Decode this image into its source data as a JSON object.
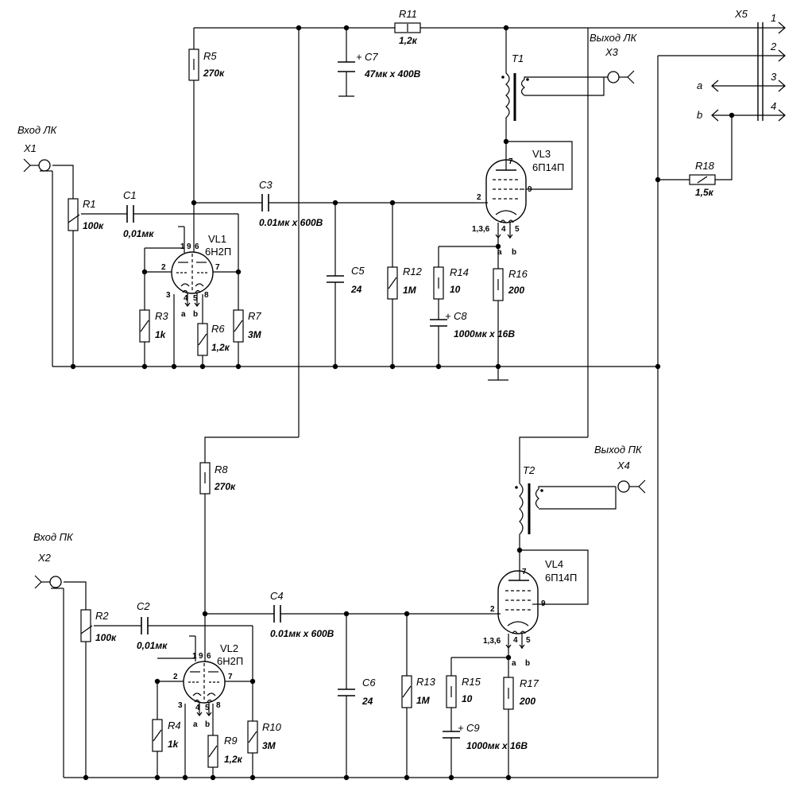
{
  "resistors": [
    {
      "ref": "R1",
      "value": "100к"
    },
    {
      "ref": "R2",
      "value": "100к"
    },
    {
      "ref": "R3",
      "value": "1k"
    },
    {
      "ref": "R4",
      "value": "1k"
    },
    {
      "ref": "R5",
      "value": "270к"
    },
    {
      "ref": "R6",
      "value": "1,2к"
    },
    {
      "ref": "R7",
      "value": "3М"
    },
    {
      "ref": "R8",
      "value": "270к"
    },
    {
      "ref": "R9",
      "value": "1,2к"
    },
    {
      "ref": "R10",
      "value": "3М"
    },
    {
      "ref": "R11",
      "value": "1,2к"
    },
    {
      "ref": "R12",
      "value": "1М"
    },
    {
      "ref": "R13",
      "value": "1М"
    },
    {
      "ref": "R14",
      "value": "10"
    },
    {
      "ref": "R15",
      "value": "10"
    },
    {
      "ref": "R16",
      "value": "200"
    },
    {
      "ref": "R17",
      "value": "200"
    },
    {
      "ref": "R18",
      "value": "1,5к"
    }
  ],
  "capacitors": [
    {
      "ref": "C1",
      "value": "0,01мк"
    },
    {
      "ref": "C2",
      "value": "0,01мк"
    },
    {
      "ref": "C3",
      "value": "0.01мк x 600В"
    },
    {
      "ref": "C4",
      "value": "0.01мк x 600В"
    },
    {
      "ref": "C5",
      "value": "24"
    },
    {
      "ref": "C6",
      "value": "24"
    },
    {
      "ref": "C7",
      "value": "47мк x 400В",
      "polarity": "+"
    },
    {
      "ref": "C8",
      "value": "1000мк x 16В",
      "polarity": "+"
    },
    {
      "ref": "C9",
      "value": "1000мк x 16В",
      "polarity": "+"
    }
  ],
  "tubes": [
    {
      "ref": "VL1",
      "type": "6Н2П",
      "pins": {
        "p1": "1",
        "p9": "9",
        "p6": "6",
        "p2": "2",
        "p7": "7",
        "p3": "3",
        "p4": "4",
        "p5": "5",
        "p8": "8",
        "a": "a",
        "b": "b"
      }
    },
    {
      "ref": "VL2",
      "type": "6Н2П",
      "pins": {
        "p1": "1",
        "p9": "9",
        "p6": "6",
        "p2": "2",
        "p7": "7",
        "p3": "3",
        "p4": "4",
        "p5": "5",
        "p8": "8",
        "a": "a",
        "b": "b"
      }
    },
    {
      "ref": "VL3",
      "type": "6П14П",
      "pins": {
        "p7": "7",
        "p2": "2",
        "p9": "9",
        "p136": "1,3,6",
        "p4": "4",
        "p5": "5",
        "a": "a",
        "b": "b"
      }
    },
    {
      "ref": "VL4",
      "type": "6П14П",
      "pins": {
        "p7": "7",
        "p2": "2",
        "p9": "9",
        "p136": "1,3,6",
        "p4": "4",
        "p5": "5",
        "a": "a",
        "b": "b"
      }
    }
  ],
  "transformers": [
    {
      "ref": "T1"
    },
    {
      "ref": "T2"
    }
  ],
  "connectors": {
    "x1": {
      "ref": "X1",
      "label": "Вход ЛК"
    },
    "x2": {
      "ref": "X2",
      "label": "Вход ПК"
    },
    "x3": {
      "ref": "X3",
      "label": "Выход ЛК"
    },
    "x4": {
      "ref": "X4",
      "label": "Выход ПК"
    },
    "x5": {
      "ref": "X5",
      "pins": [
        "1",
        "2",
        "3",
        "4"
      ],
      "inputs": [
        "a",
        "b"
      ]
    }
  }
}
